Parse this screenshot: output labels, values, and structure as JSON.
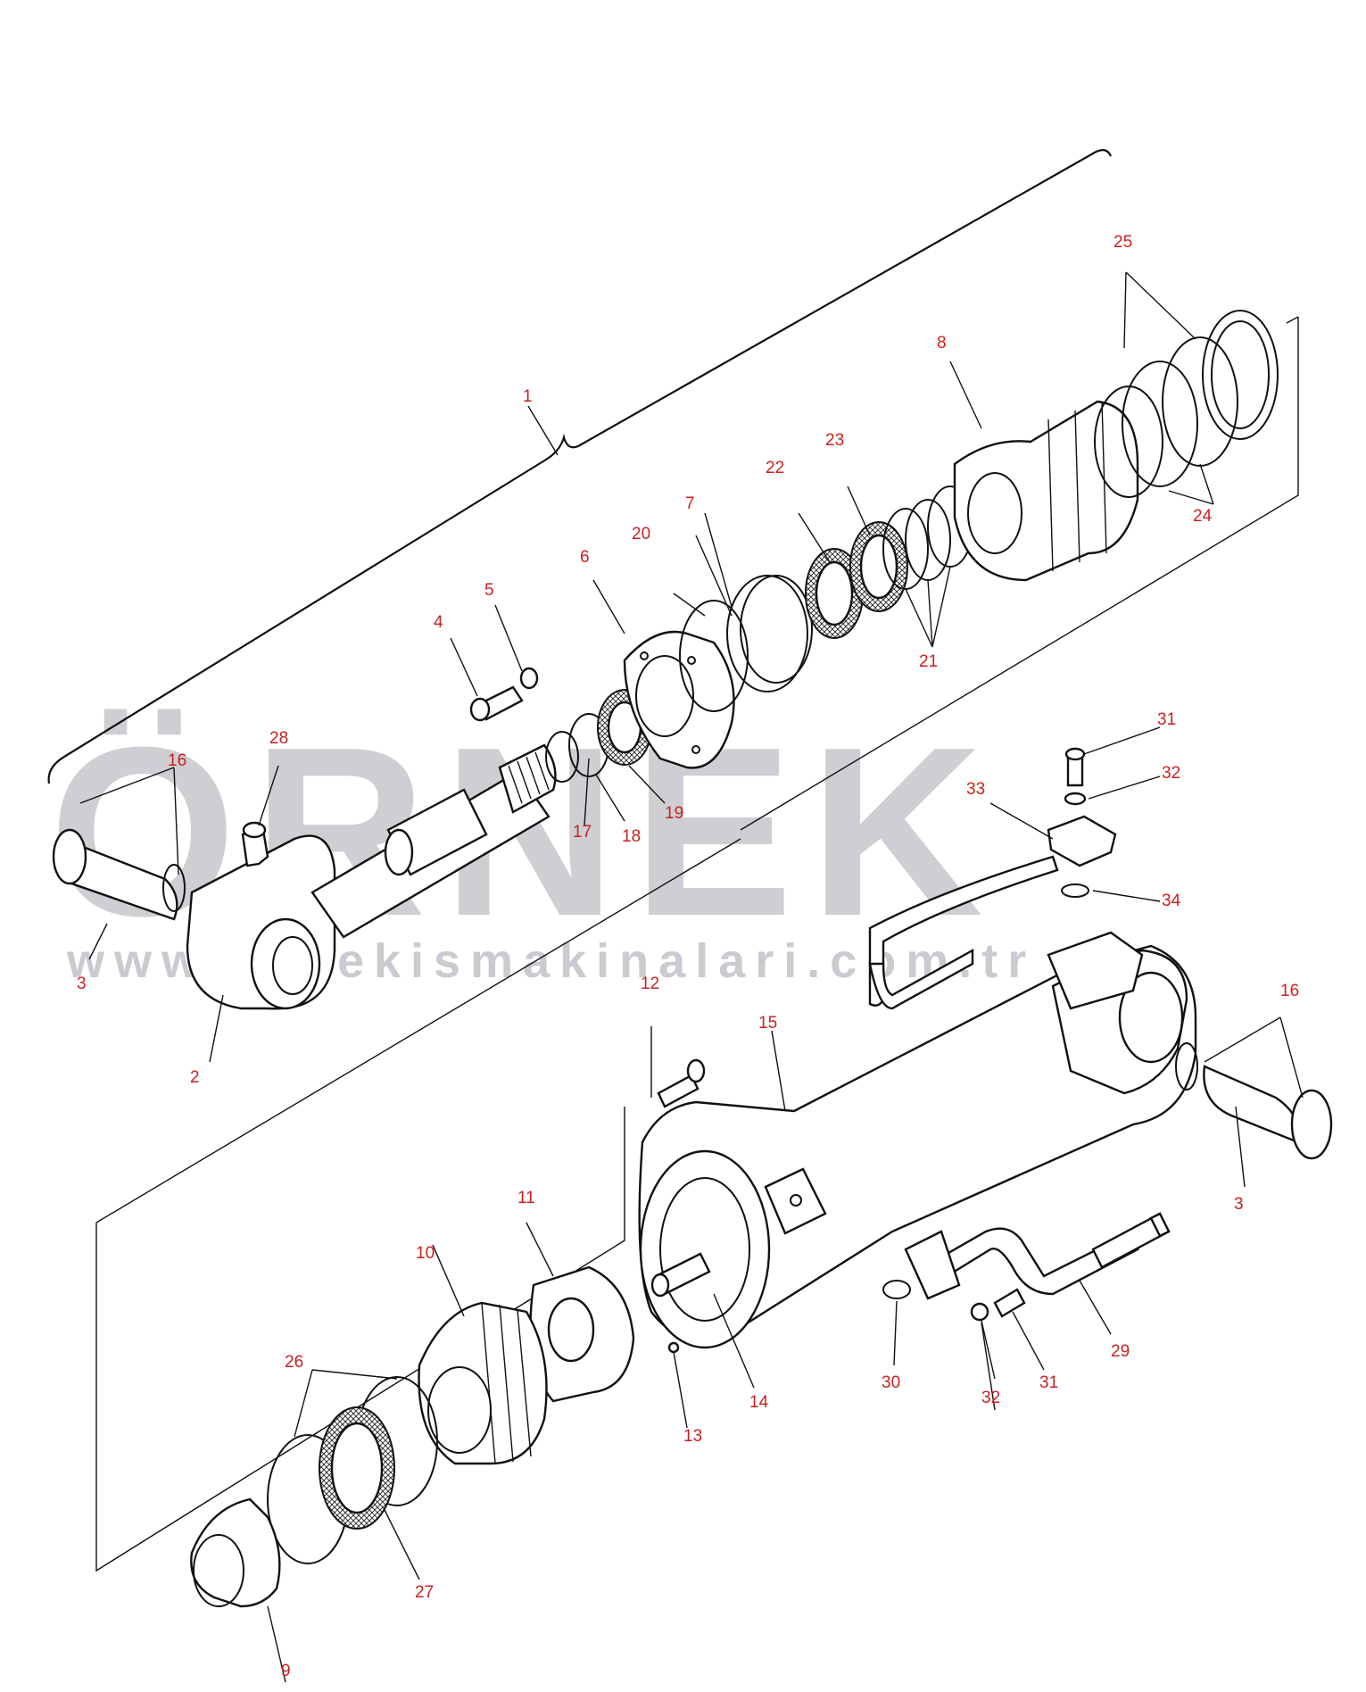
{
  "watermark": {
    "brand": "ÖRNEK",
    "url": "www.ornekismakinalari.com.tr",
    "dot_color": "#f2c400"
  },
  "colors": {
    "label": "#cc1f1f",
    "line": "#111111"
  },
  "callouts": {
    "c1": "1",
    "c2": "2",
    "c3a": "3",
    "c3b": "3",
    "c4": "4",
    "c5": "5",
    "c6": "6",
    "c7": "7",
    "c8": "8",
    "c9": "9",
    "c10": "10",
    "c11": "11",
    "c12": "12",
    "c13": "13",
    "c14": "14",
    "c15": "15",
    "c16a": "16",
    "c16b": "16",
    "c17": "17",
    "c18": "18",
    "c19": "19",
    "c20": "20",
    "c21": "21",
    "c22": "22",
    "c23": "23",
    "c24": "24",
    "c25": "25",
    "c26": "26",
    "c27": "27",
    "c28": "28",
    "c29": "29",
    "c30": "30",
    "c31a": "31",
    "c31b": "31",
    "c32a": "32",
    "c32b": "32",
    "c33": "33",
    "c34": "34"
  }
}
